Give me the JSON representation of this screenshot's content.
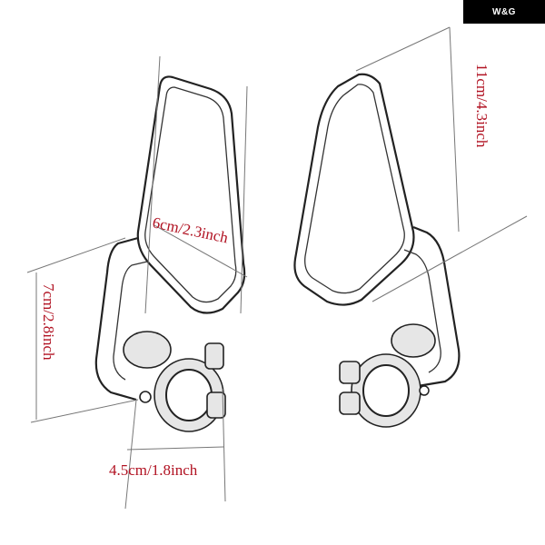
{
  "brand": {
    "logo_text": "W&G"
  },
  "dimensions": {
    "height": "11cm/4.3inch",
    "mirror_width": "6cm/2.3inch",
    "arm_length": "7cm/2.8inch",
    "clamp_width": "4.5cm/1.8inch"
  },
  "colors": {
    "dimension_text": "#b11222",
    "line_art": "#222222"
  }
}
